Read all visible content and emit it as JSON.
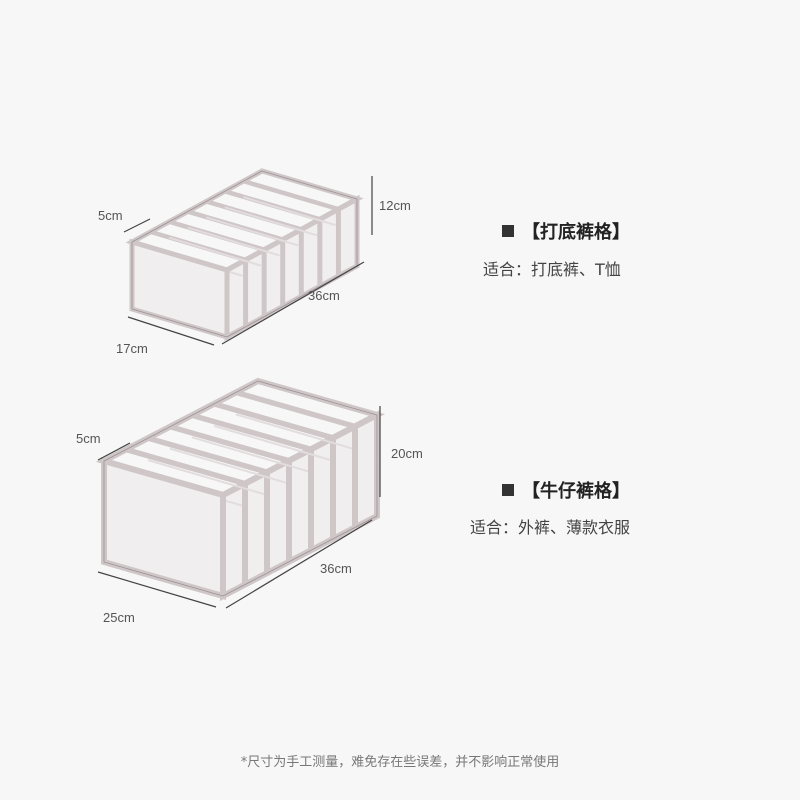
{
  "boxes": [
    {
      "dims": {
        "depth": "5cm",
        "height": "12cm",
        "length": "36cm",
        "width": "17cm"
      },
      "title": "【打底裤格】",
      "subtitle": "适合：打底裤、T恤"
    },
    {
      "dims": {
        "depth": "5cm",
        "height": "20cm",
        "length": "36cm",
        "width": "25cm"
      },
      "title": "【牛仔裤格】",
      "subtitle": "适合：外裤、薄款衣服"
    }
  ],
  "footnote": "*尺寸为手工测量，难免存在些误差，并不影响正常使用",
  "colors": {
    "background": "#f7f7f7",
    "frame": "#cfc6c8",
    "line": "#444444"
  }
}
